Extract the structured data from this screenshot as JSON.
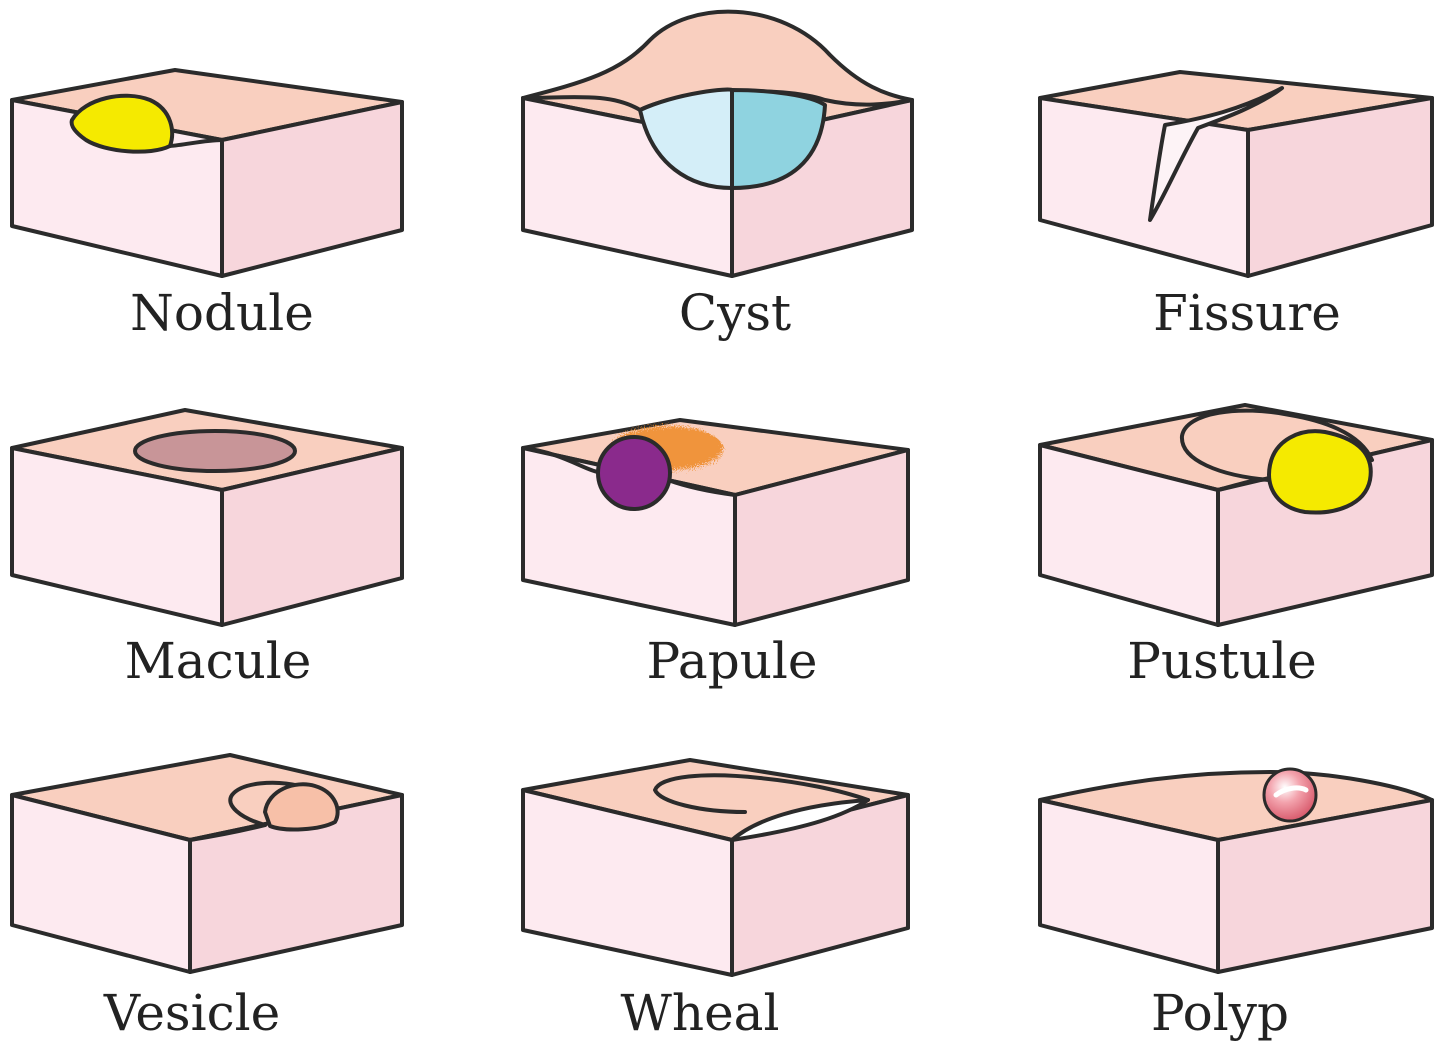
{
  "lesions": [
    {
      "name": "Nodule"
    },
    {
      "name": "Cyst"
    },
    {
      "name": "Fissure"
    },
    {
      "name": "Macule"
    },
    {
      "name": "Papule"
    },
    {
      "name": "Pustule"
    },
    {
      "name": "Vesicle"
    },
    {
      "name": "Wheal"
    },
    {
      "name": "Polyp"
    }
  ],
  "colors": {
    "top_surface": "#f9cfbf",
    "front_face": "#fdeaf0",
    "side_face": "#f7d6dc",
    "outline": "#2b2b2b",
    "nodule": "#f5ea00",
    "cyst_light": "#d4eef8",
    "cyst_dark": "#8fd3e0",
    "macule": "#c89598",
    "papule": "#8a2a8c",
    "papule_halo": "#ef8a26",
    "pustule": "#f5ea00",
    "vesicle": "#f7c0a8",
    "polyp": "#e97f8c"
  }
}
